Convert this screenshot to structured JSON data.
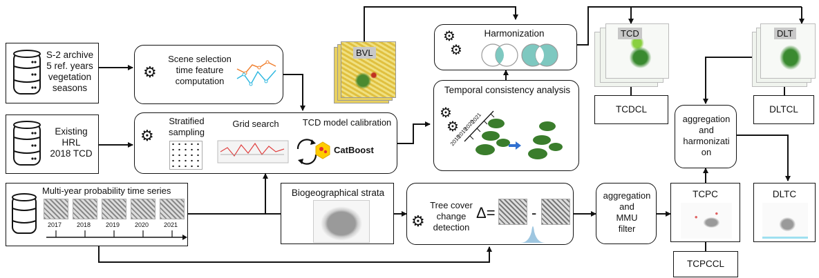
{
  "s2_archive": {
    "lines": [
      "S-2 archive",
      "5 ref. years",
      "vegetation",
      "seasons"
    ]
  },
  "existing_hrl": {
    "lines": [
      "Existing",
      "HRL",
      "2018 TCD"
    ]
  },
  "multi_year": {
    "title": "Multi-year probability time series",
    "years": [
      "2017",
      "2018",
      "2019",
      "2020",
      "2021"
    ]
  },
  "scene_selection": {
    "lines": [
      "Scene selection",
      "time feature",
      "computation"
    ]
  },
  "model_box": {
    "stratified": "Stratified",
    "sampling": "sampling",
    "grid_search": "Grid search",
    "tcd_calibration": "TCD model calibration",
    "catboost": "CatBoost"
  },
  "biogeo": {
    "title": "Biogeographical strata"
  },
  "bvl": {
    "label": "BVL"
  },
  "harmonization": {
    "title": "Harmonization"
  },
  "temporal": {
    "title": "Temporal consistency analysis",
    "years": [
      "2018",
      "2019",
      "2020",
      "2021"
    ]
  },
  "change_detection": {
    "lines": [
      "Tree cover",
      "change",
      "detection"
    ],
    "delta": "Δ=",
    "minus": "-"
  },
  "agg_mmu": {
    "lines": [
      "aggregation",
      "and",
      "MMU",
      "filter"
    ]
  },
  "tcd": {
    "label": "TCD",
    "caption": "TCDCL"
  },
  "dlt": {
    "label": "DLT",
    "caption": "DLTCL"
  },
  "agg_harm": {
    "lines": [
      "aggregation",
      "and",
      "harmonizati",
      "on"
    ]
  },
  "tcpc": {
    "label": "TCPC",
    "caption": "TCPCCL"
  },
  "dltc": {
    "label": "DLTC"
  }
}
